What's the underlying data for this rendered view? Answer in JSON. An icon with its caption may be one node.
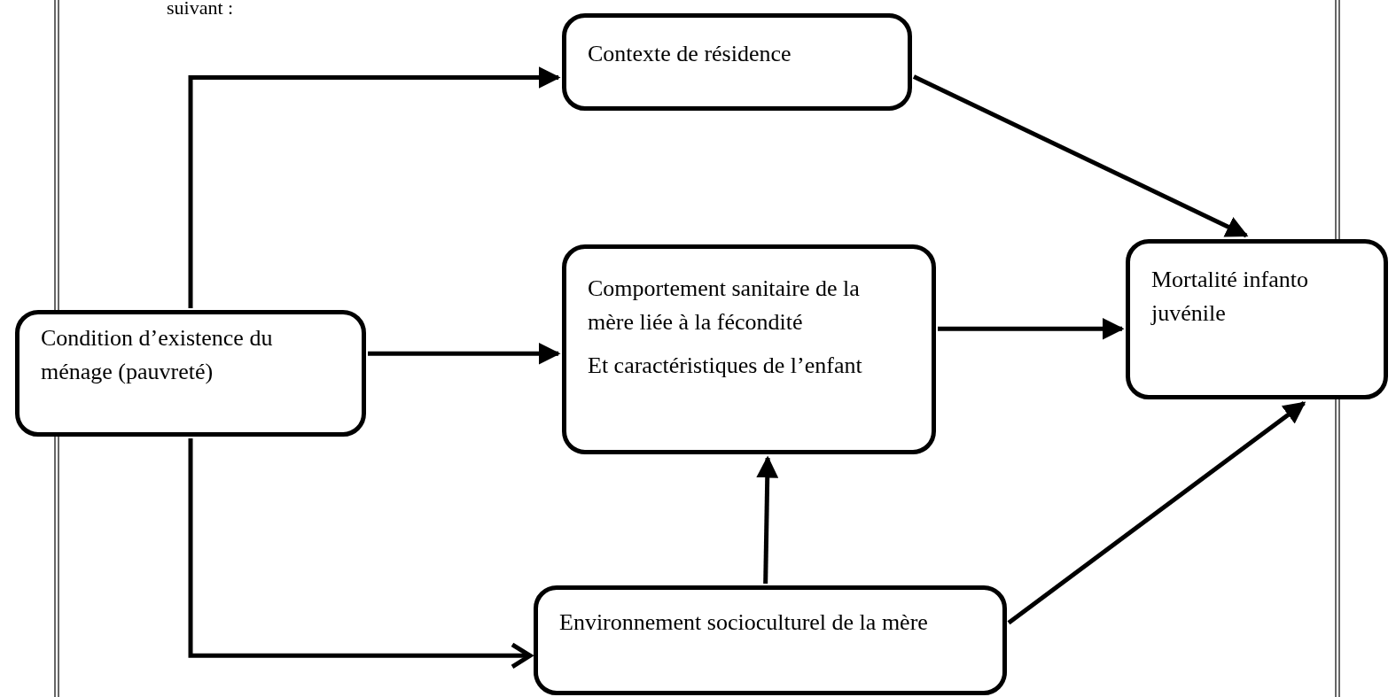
{
  "diagram": {
    "nodes": [
      {
        "text": [
          "Condition d’existence du ménage (pauvreté)"
        ]
      },
      {
        "text": [
          "Contexte de résidence"
        ]
      },
      {
        "text": [
          "Comportement sanitaire de la mère liée à la fécondité",
          "Et caractéristiques de l’enfant"
        ]
      },
      {
        "text": [
          "Environnement socioculturel de la mère"
        ]
      },
      {
        "text": [
          "Mortalité infanto juvénile"
        ]
      }
    ],
    "edges": [
      {
        "from": 0,
        "to": 1,
        "arrow": "to"
      },
      {
        "from": 0,
        "to": 2,
        "arrow": "to"
      },
      {
        "from": 0,
        "to": 3,
        "arrow": "to"
      },
      {
        "from": 1,
        "to": 4,
        "arrow": "to"
      },
      {
        "from": 2,
        "to": 4,
        "arrow": "to"
      },
      {
        "from": 3,
        "to": 2,
        "arrow": "to"
      },
      {
        "from": 3,
        "to": 4,
        "arrow": "to"
      }
    ],
    "labels": [
      "suivant :"
    ]
  }
}
